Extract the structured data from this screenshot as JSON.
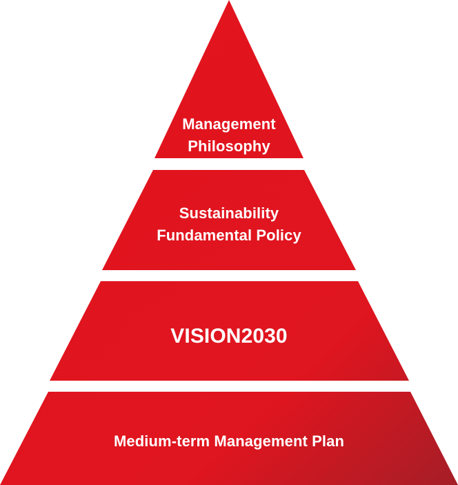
{
  "pyramid": {
    "tiers": [
      {
        "lines": [
          "Management",
          "Philosophy"
        ]
      },
      {
        "lines": [
          "Sustainability",
          "Fundamental Policy"
        ]
      },
      {
        "lines": [
          "VISION2030"
        ]
      },
      {
        "lines": [
          "Medium-term Management Plan"
        ]
      }
    ],
    "colors": {
      "fill_light": "#e3141e",
      "fill_dark": "#a51e27",
      "text": "#ffffff",
      "background": "#ffffff"
    }
  }
}
